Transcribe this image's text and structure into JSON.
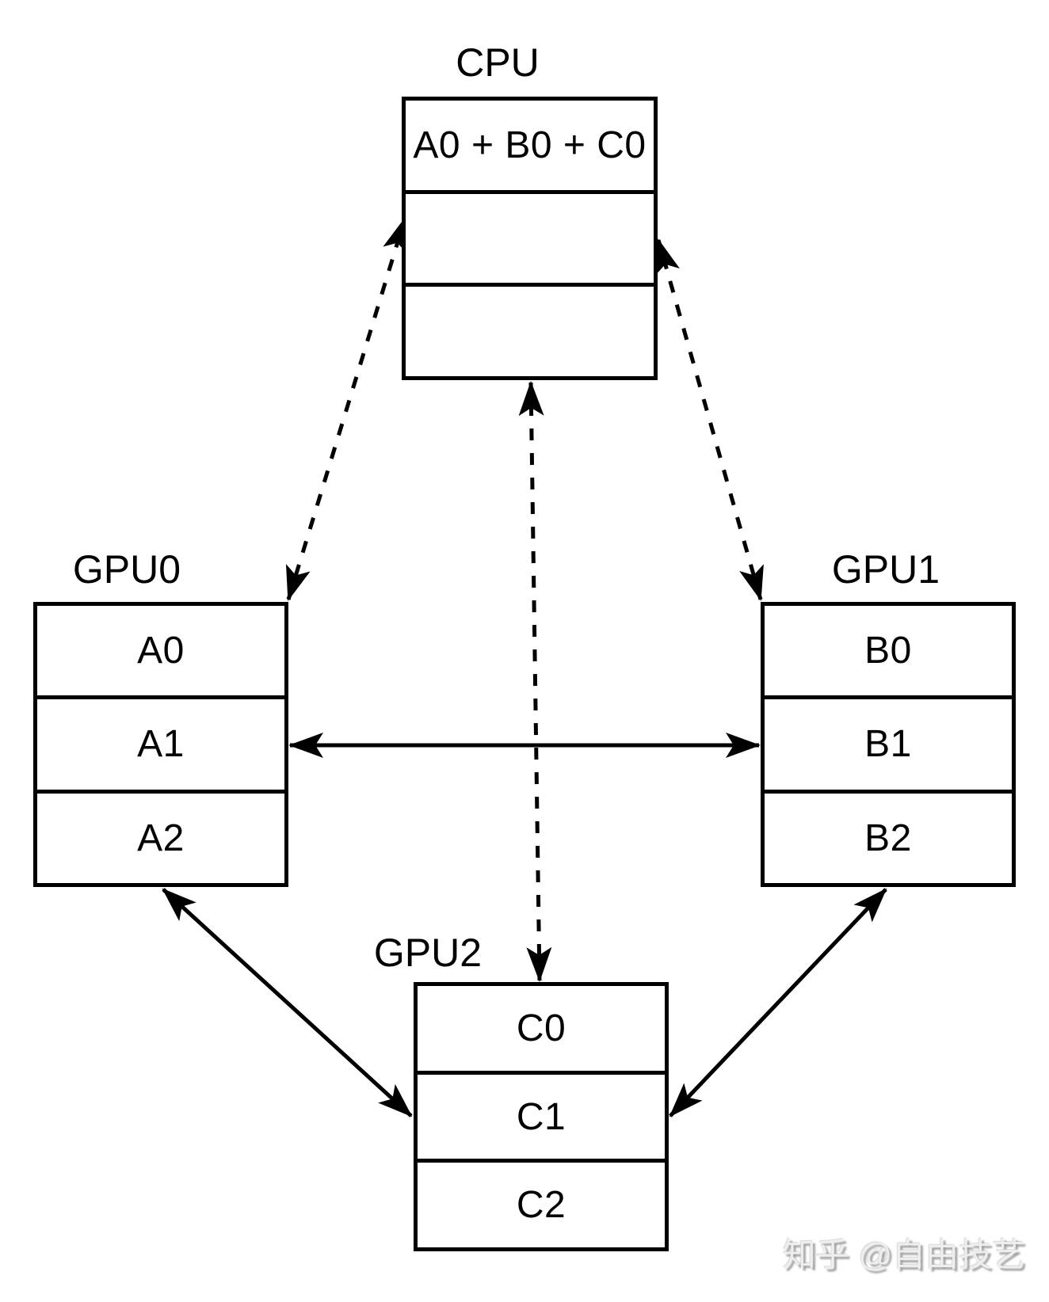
{
  "diagram": {
    "nodes": {
      "cpu": {
        "title": "CPU",
        "cells": [
          "A0 + B0 + C0",
          "",
          ""
        ]
      },
      "gpu0": {
        "title": "GPU0",
        "cells": [
          "A0",
          "A1",
          "A2"
        ]
      },
      "gpu1": {
        "title": "GPU1",
        "cells": [
          "B0",
          "B1",
          "B2"
        ]
      },
      "gpu2": {
        "title": "GPU2",
        "cells": [
          "C0",
          "C1",
          "C2"
        ]
      }
    },
    "edges": [
      {
        "from": "GPU0",
        "to": "CPU",
        "style": "dashed",
        "arrows": "both"
      },
      {
        "from": "GPU1",
        "to": "CPU",
        "style": "dashed",
        "arrows": "both"
      },
      {
        "from": "GPU2",
        "to": "CPU",
        "style": "dashed",
        "arrows": "both"
      },
      {
        "from": "GPU0",
        "to": "GPU1",
        "style": "solid",
        "arrows": "both"
      },
      {
        "from": "GPU0",
        "to": "GPU2",
        "style": "solid",
        "arrows": "both"
      },
      {
        "from": "GPU1",
        "to": "GPU2",
        "style": "solid",
        "arrows": "both"
      }
    ],
    "colors": {
      "line": "#000000",
      "background": "#ffffff",
      "watermark": "#eeeeee"
    }
  },
  "watermark": {
    "text": "知乎 @自由技艺"
  }
}
